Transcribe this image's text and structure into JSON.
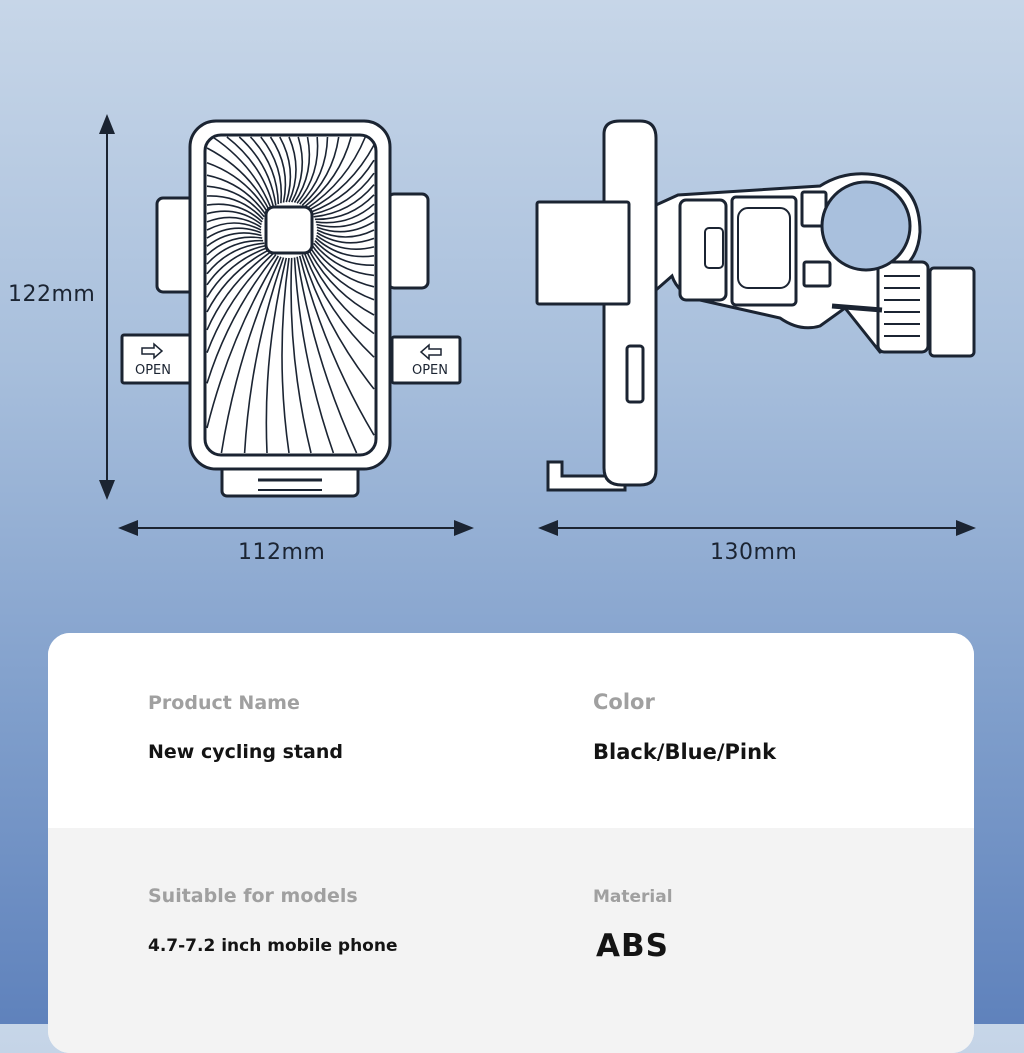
{
  "dimensions": {
    "height": "122mm",
    "front_width": "112mm",
    "side_width": "130mm"
  },
  "diagram": {
    "left_tab_text": "OPEN",
    "right_tab_text": "OPEN"
  },
  "specs": {
    "product_name_label": "Product Name",
    "product_name_value": "New cycling stand",
    "color_label": "Color",
    "color_value": "Black/Blue/Pink",
    "models_label": "Suitable for models",
    "models_value": "4.7-7.2 inch mobile phone",
    "material_label": "Material",
    "material_value": "ABS"
  }
}
